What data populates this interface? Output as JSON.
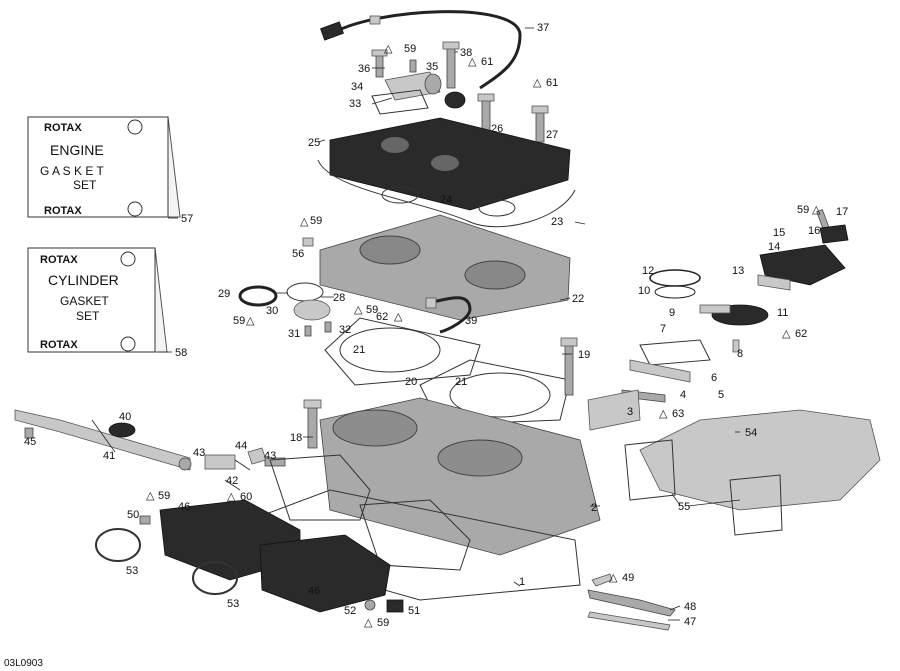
{
  "diagram_id": "03L0903",
  "kits": [
    {
      "brand": "ROTAX",
      "line1": "ENGINE",
      "line2": "G A S K E T",
      "line3": "SET",
      "callout": "57"
    },
    {
      "brand": "ROTAX",
      "line1": "CYLINDER",
      "line2": "GASKET",
      "line3": "SET",
      "callout": "58"
    }
  ],
  "callouts": {
    "c1": "1",
    "c2": "2",
    "c3": "3",
    "c4": "4",
    "c5": "5",
    "c6": "6",
    "c7": "7",
    "c8": "8",
    "c9": "9",
    "c10": "10",
    "c11": "11",
    "c12": "12",
    "c13": "13",
    "c14": "14",
    "c15": "15",
    "c16": "16",
    "c17": "17",
    "c18": "18",
    "c19": "19",
    "c20": "20",
    "c21a": "21",
    "c21b": "21",
    "c22": "22",
    "c23": "23",
    "c24": "24",
    "c25": "25",
    "c26": "26",
    "c27": "27",
    "c28": "28",
    "c29": "29",
    "c30": "30",
    "c31": "31",
    "c32": "32",
    "c33": "33",
    "c34": "34",
    "c35": "35",
    "c36": "36",
    "c37": "37",
    "c38": "38",
    "c39": "39",
    "c40": "40",
    "c41": "41",
    "c42": "42",
    "c43a": "43",
    "c43b": "43",
    "c44": "44",
    "c45": "45",
    "c46a": "46",
    "c46b": "46",
    "c47": "47",
    "c48": "48",
    "c49": "49",
    "c50": "50",
    "c51": "51",
    "c52": "52",
    "c53a": "53",
    "c53b": "53",
    "c54": "54",
    "c55": "55",
    "c56": "56",
    "t59a": "59",
    "t59b": "59",
    "t59c": "59",
    "t59d": "59",
    "t59e": "59",
    "t59f": "59",
    "t59g": "59",
    "t60": "60",
    "t61a": "61",
    "t61b": "61",
    "t62a": "62",
    "t62b": "62",
    "t63": "63"
  }
}
